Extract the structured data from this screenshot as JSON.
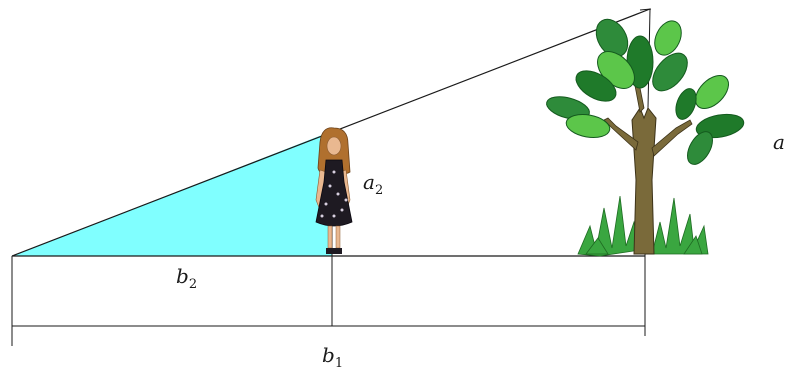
{
  "labels": {
    "a": "a",
    "a2_main": "a",
    "a2_sub": "2",
    "b2_main": "b",
    "b2_sub": "2",
    "b1_main": "b",
    "b1_sub": "1"
  },
  "colors": {
    "shaded_triangle": "#80ffff",
    "lines": "#1a1a1a",
    "leaf_dark": "#1f7a2a",
    "leaf_light": "#5cc64a",
    "trunk": "#7a6a3a",
    "grass": "#3aa640",
    "dress": "#1e1a22",
    "hair": "#b0702e",
    "skin": "#e9b890"
  },
  "icons": [
    "tree-illustration",
    "girl-figure"
  ]
}
